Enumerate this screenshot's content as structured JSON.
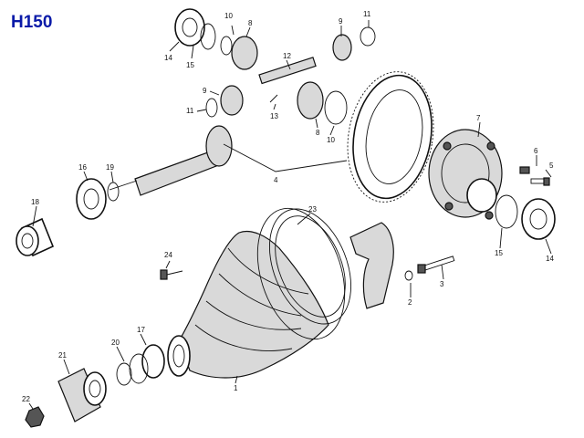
{
  "header": {
    "model_code": "H150",
    "title_color": "#0a1aa8"
  },
  "callouts": [
    {
      "id": "c1",
      "label": "1"
    },
    {
      "id": "c2",
      "label": "2"
    },
    {
      "id": "c3",
      "label": "3"
    },
    {
      "id": "c4",
      "label": "4"
    },
    {
      "id": "c5",
      "label": "5"
    },
    {
      "id": "c6",
      "label": "6"
    },
    {
      "id": "c7",
      "label": "7"
    },
    {
      "id": "c8a",
      "label": "8"
    },
    {
      "id": "c8b",
      "label": "8"
    },
    {
      "id": "c9a",
      "label": "9"
    },
    {
      "id": "c9b",
      "label": "9"
    },
    {
      "id": "c10a",
      "label": "10"
    },
    {
      "id": "c10b",
      "label": "10"
    },
    {
      "id": "c11a",
      "label": "11"
    },
    {
      "id": "c11b",
      "label": "11"
    },
    {
      "id": "c12",
      "label": "12"
    },
    {
      "id": "c13",
      "label": "13"
    },
    {
      "id": "c14a",
      "label": "14"
    },
    {
      "id": "c14b",
      "label": "14"
    },
    {
      "id": "c15a",
      "label": "15"
    },
    {
      "id": "c15b",
      "label": "15"
    },
    {
      "id": "c16",
      "label": "16"
    },
    {
      "id": "c17",
      "label": "17"
    },
    {
      "id": "c18",
      "label": "18"
    },
    {
      "id": "c19",
      "label": "19"
    },
    {
      "id": "c20",
      "label": "20"
    },
    {
      "id": "c21",
      "label": "21"
    },
    {
      "id": "c22",
      "label": "22"
    },
    {
      "id": "c23",
      "label": "23"
    },
    {
      "id": "c24",
      "label": "24"
    }
  ]
}
